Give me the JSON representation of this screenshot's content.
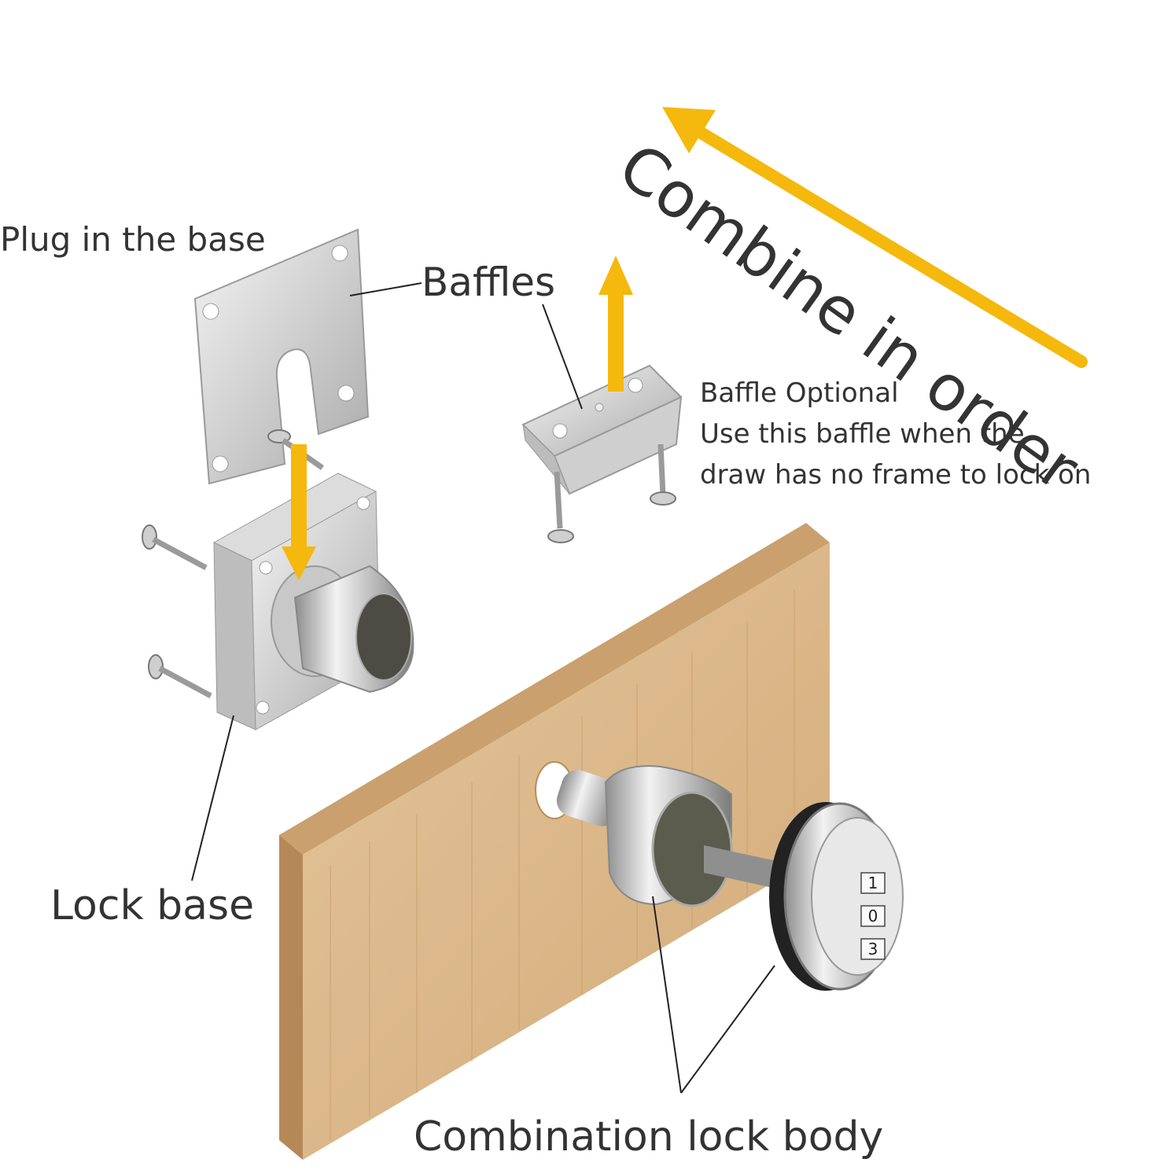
{
  "labels": {
    "combine_in_order": "Combine in order",
    "plug_in_the_base": "Plug in the base",
    "baffles": "Baffles",
    "baffle_optional_title": "Baffle Optional",
    "baffle_optional_line1": "Use this baffle when the",
    "baffle_optional_line2": "draw has no frame to lock on",
    "lock_base": "Lock base",
    "combination_lock_body": "Combination lock body"
  },
  "dial_digits": [
    "1",
    "0",
    "3"
  ],
  "colors": {
    "arrow": "#F5B80C",
    "text": "#333333",
    "wood": "#DDB98B",
    "wood_edge": "#C79A66",
    "metal": "#D9D9D9",
    "leader_line": "#222222"
  }
}
